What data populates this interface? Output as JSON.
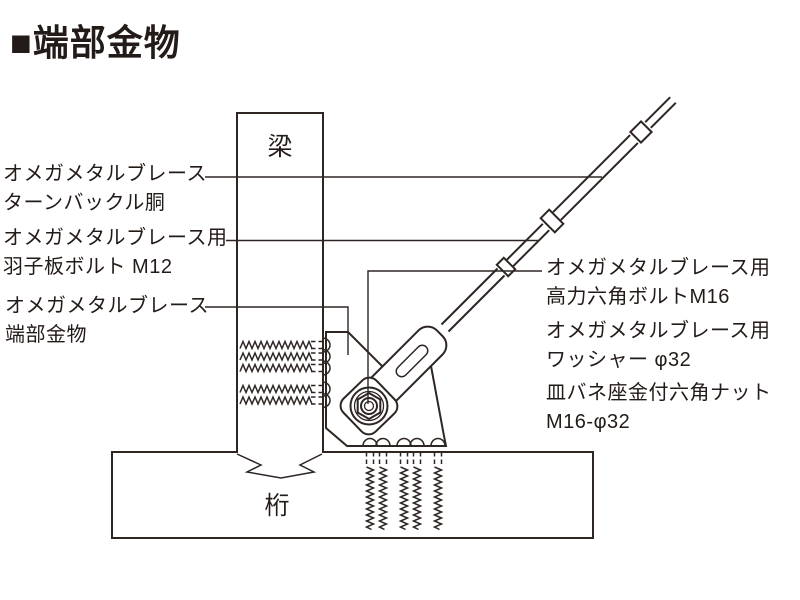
{
  "title": "■端部金物",
  "diagram": {
    "beam_label": "梁",
    "girder_label": "桁"
  },
  "labels": {
    "left": [
      {
        "lines": [
          "オメガメタルブレース",
          "ターンバックル胴"
        ]
      },
      {
        "lines": [
          "オメガメタルブレース用",
          "羽子板ボルト M12"
        ]
      },
      {
        "lines": [
          "オメガメタルブレース",
          "端部金物"
        ]
      }
    ],
    "right": [
      {
        "lines": [
          "オメガメタルブレース用",
          "高力六角ボルトM16"
        ]
      },
      {
        "lines": [
          "オメガメタルブレース用",
          "ワッシャー φ32"
        ]
      },
      {
        "lines": [
          "皿バネ座金付六角ナット",
          "M16-φ32"
        ]
      }
    ]
  },
  "colors": {
    "line": "#2e2623",
    "text": "#231b18",
    "background": "#ffffff"
  }
}
